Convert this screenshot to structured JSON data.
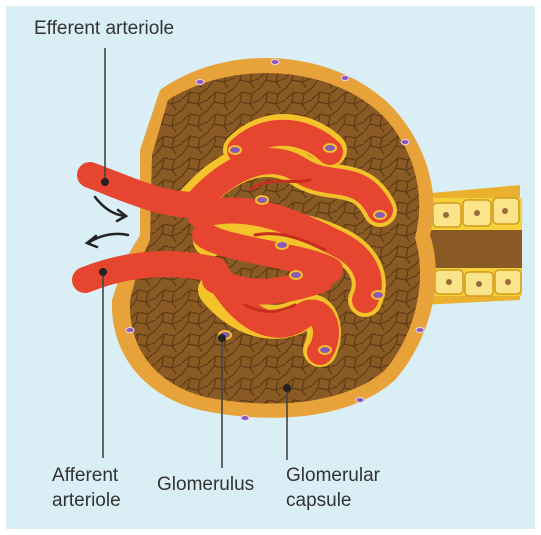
{
  "labels": {
    "efferent": "Efferent arteriole",
    "afferent_line1": "Afferent",
    "afferent_line2": "arteriole",
    "glomerulus": "Glomerulus",
    "capsule_line1": "Glomerular",
    "capsule_line2": "capsule"
  },
  "colors": {
    "background": "#d9eff5",
    "vessel": "#e6452f",
    "capsule_tissue": "#8a5a24",
    "capsule_rim": "#e8a23a",
    "tubule": "#f5d23a",
    "podocyte": "#f4c22b",
    "cell_nucleus": "#8c5ab4",
    "leader_line": "#444444"
  }
}
